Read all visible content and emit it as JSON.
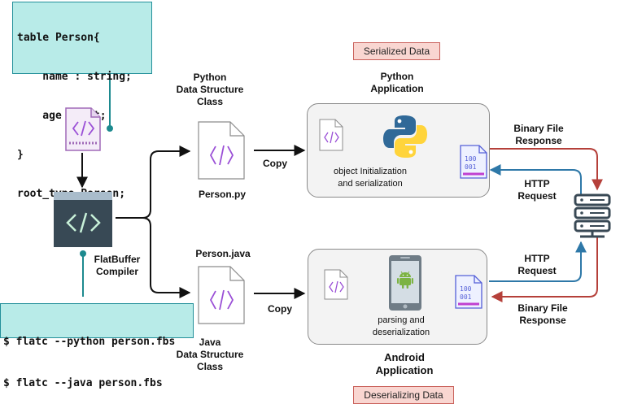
{
  "schema": {
    "lines": [
      "table Person{",
      "    name : string;",
      "    age : int;",
      "}",
      "root_type Person;"
    ]
  },
  "commands": {
    "lines": [
      "$ flatc --python person.fbs",
      "$ flatc --java person.fbs"
    ]
  },
  "compiler": {
    "label_line1": "FlatBuffer",
    "label_line2": "Compiler"
  },
  "python_class": {
    "title_line1": "Python",
    "title_line2": "Data Structure",
    "title_line3": "Class",
    "filename": "Person.py"
  },
  "java_class": {
    "filename": "Person.java",
    "title_line1": "Java",
    "title_line2": "Data Structure",
    "title_line3": "Class"
  },
  "copy_labels": {
    "top": "Copy",
    "bottom": "Copy"
  },
  "serialized_tag": "Serialized Data",
  "deserializing_tag": "Deserializing Data",
  "python_app": {
    "title_line1": "Python",
    "title_line2": "Application",
    "caption_line1": "object Initialization",
    "caption_line2": "and serialization"
  },
  "android_app": {
    "title_line1": "Android",
    "title_line2": "Application",
    "caption_line1": "parsing and",
    "caption_line2": "deserialization"
  },
  "edges": {
    "binary_top_line1": "Binary File",
    "binary_top_line2": "Response",
    "http_top_line1": "HTTP",
    "http_top_line2": "Request",
    "http_bottom_line1": "HTTP",
    "http_bottom_line2": "Request",
    "binary_bottom_line1": "Binary File",
    "binary_bottom_line2": "Response"
  },
  "binary_icon_text": {
    "line1": "100",
    "line2": "001"
  },
  "colors": {
    "teal": "#1d8a8f",
    "response_red": "#b5403a",
    "request_blue": "#2e78a8",
    "code_bg": "#b8ebe8",
    "tag_bg": "#f9d6d1",
    "compiler_dark": "#384955",
    "file_stroke": "#8c8c8c",
    "code_purple": "#9a4fd6"
  },
  "icons": [
    "code-file-icon",
    "compiler-icon",
    "python-logo-icon",
    "binary-file-icon",
    "phone-icon",
    "android-icon",
    "server-icon"
  ]
}
